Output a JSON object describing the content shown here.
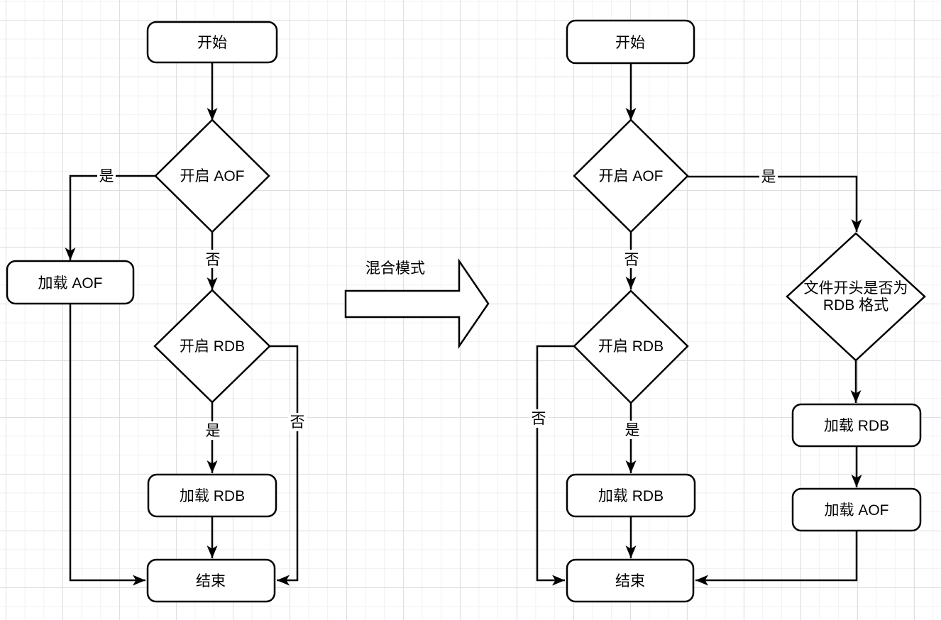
{
  "colors": {
    "stroke": "#000000",
    "shape_fill": "#ffffff",
    "text": "#000000",
    "grid_minor": "#f1f1f3",
    "grid_major": "#dfdfe3",
    "background": "#ffffff"
  },
  "transform_arrow": {
    "label": "混合模式"
  },
  "left_chart": {
    "start": "开始",
    "aof_decision": "开启 AOF",
    "yes_aof": "是",
    "no_aof": "否",
    "load_aof": "加载 AOF",
    "rdb_decision": "开启 RDB",
    "yes_rdb": "是",
    "no_rdb": "否",
    "load_rdb": "加载 RDB",
    "end": "结束"
  },
  "right_chart": {
    "start": "开始",
    "aof_decision": "开启 AOF",
    "yes_aof": "是",
    "no_aof": "否",
    "file_decision_line1": "文件开头是否为",
    "file_decision_line2": "RDB 格式",
    "rdb_decision": "开启 RDB",
    "yes_rdb": "是",
    "no_rdb": "否",
    "load_rdb_main": "加载 RDB",
    "load_rdb_branch": "加载 RDB",
    "load_aof_branch": "加载 AOF",
    "end": "结束"
  }
}
